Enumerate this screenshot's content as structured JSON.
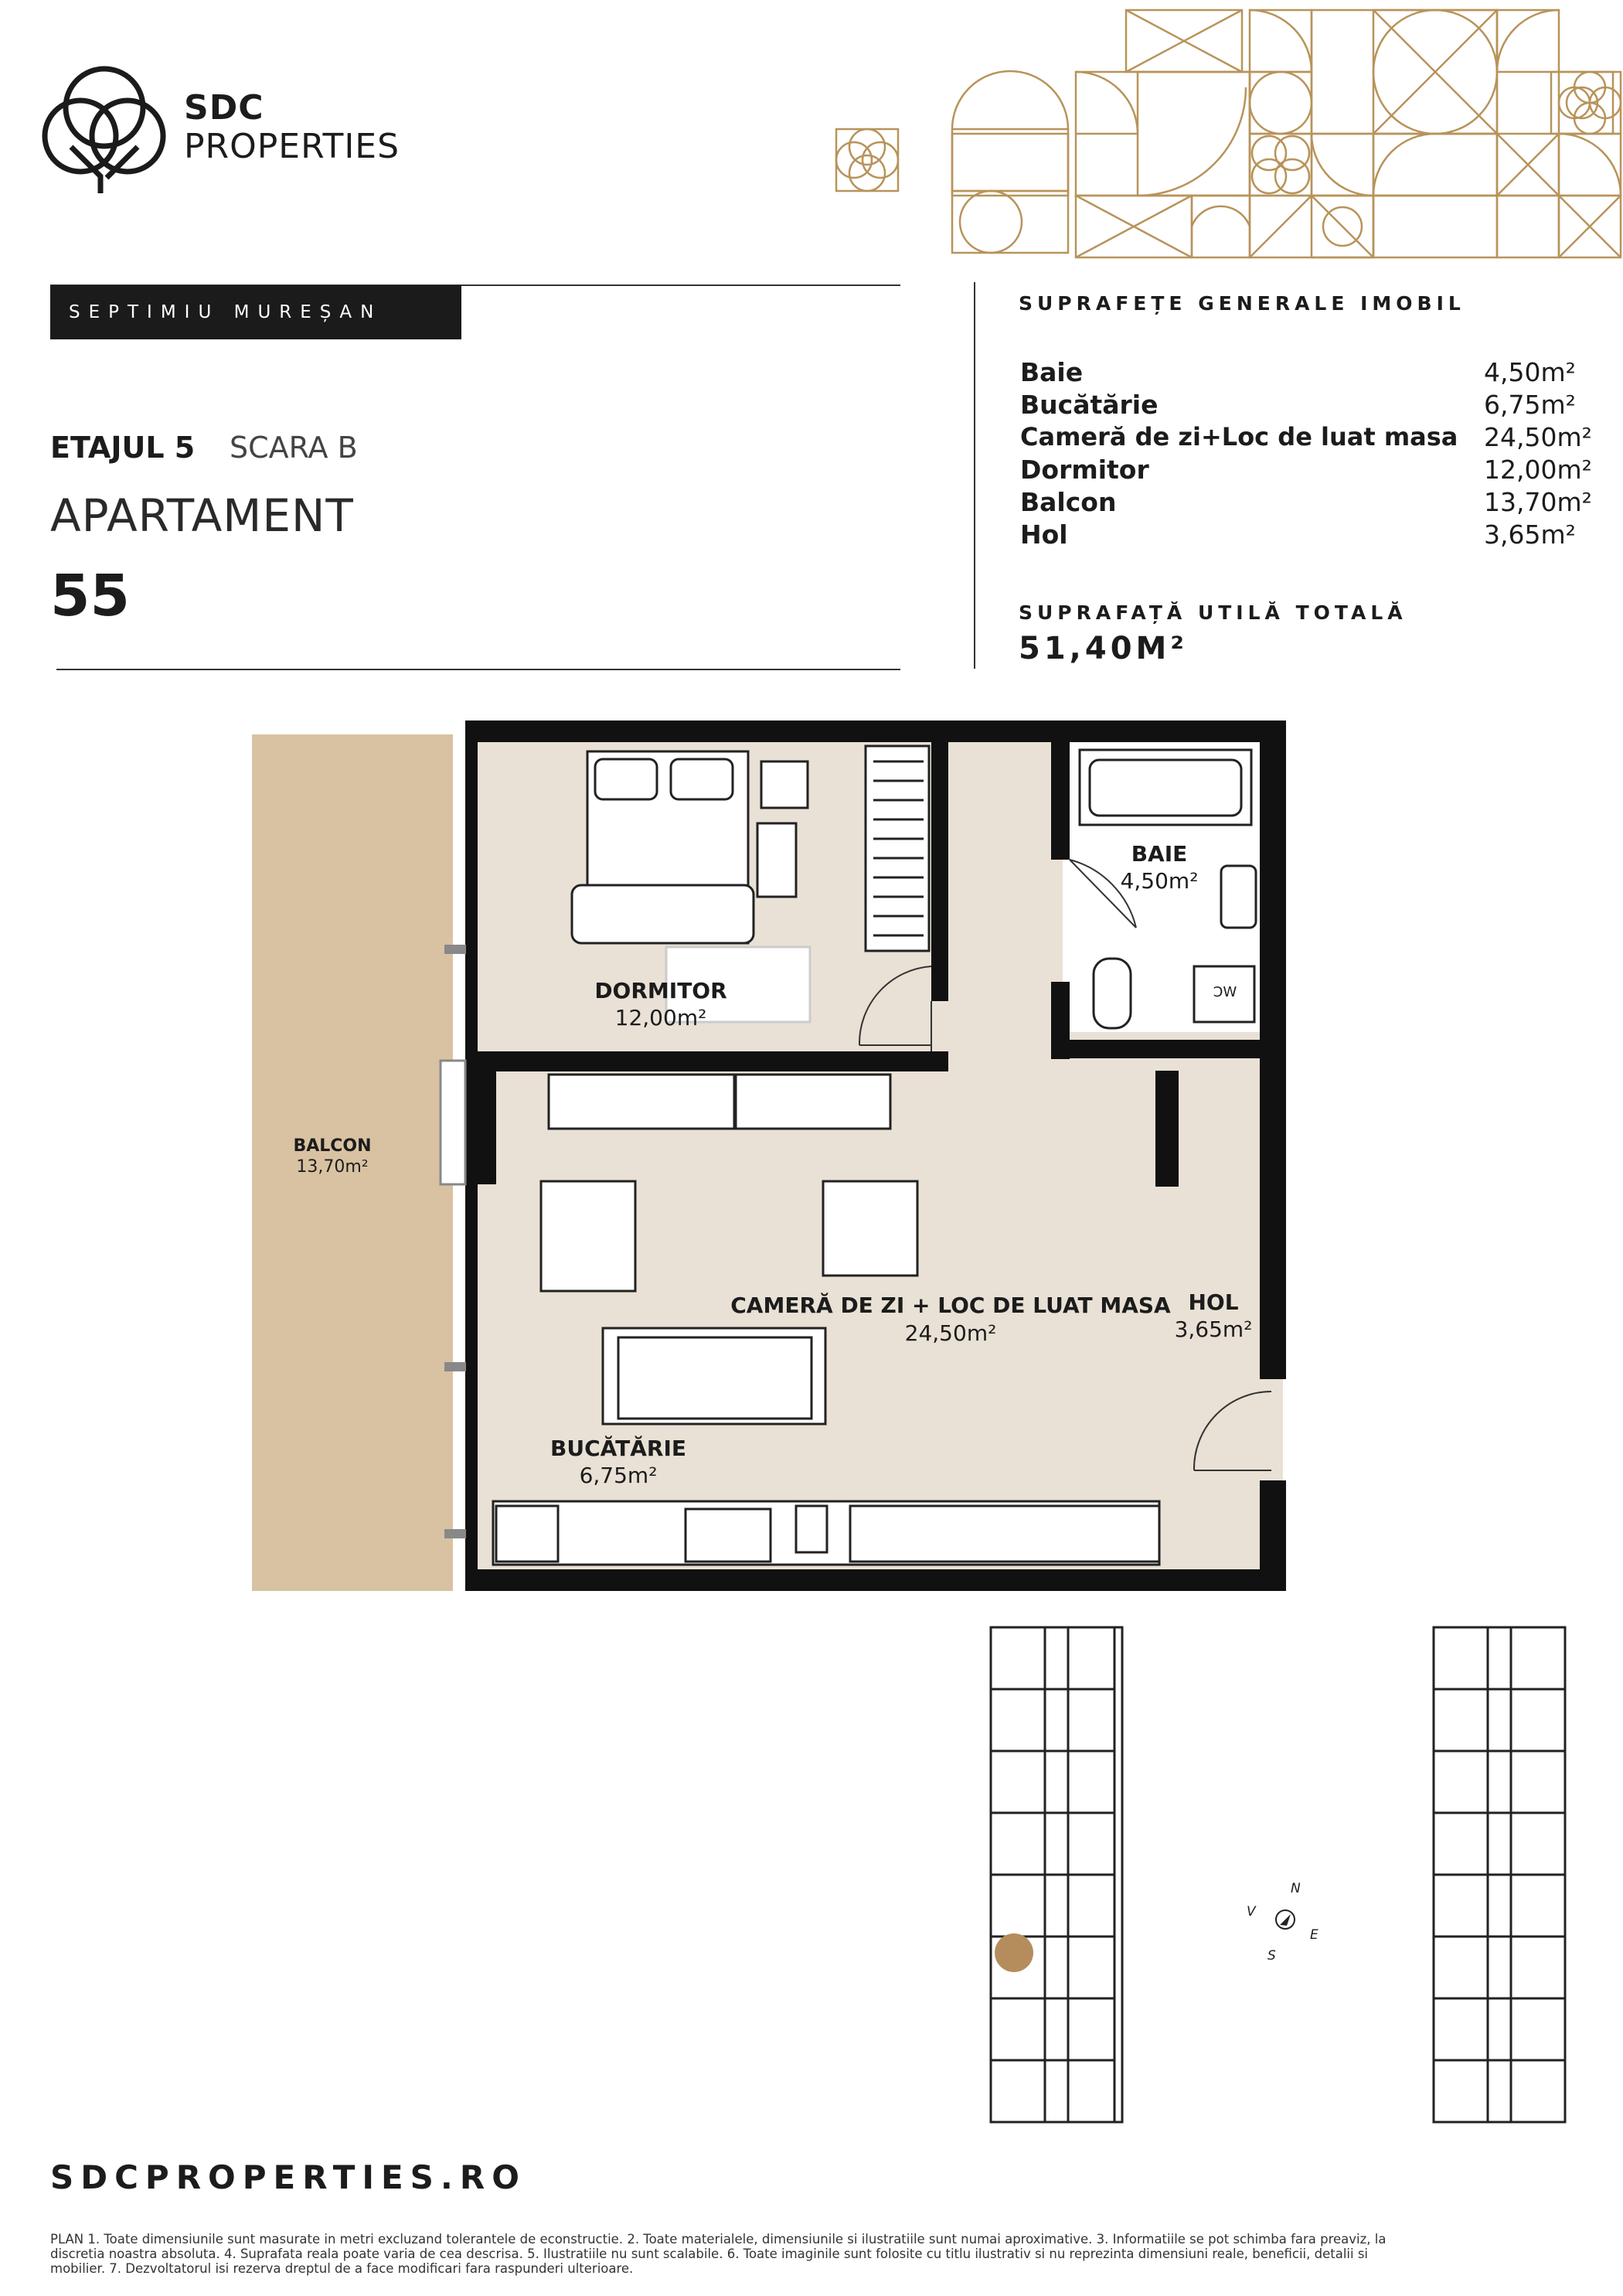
{
  "brand": {
    "name": "SDC",
    "sub": "PROPERTIES"
  },
  "project": "SEPTIMIU MUREȘAN",
  "floor": "ETAJUL 5",
  "stair": "SCARA B",
  "apartment_label": "APARTAMENT",
  "apartment_number": "55",
  "surfaces": {
    "title": "SUPRAFEȚE GENERALE IMOBIL",
    "items": [
      {
        "name": "Baie",
        "value": "4,50m²"
      },
      {
        "name": "Bucătărie",
        "value": "6,75m²"
      },
      {
        "name": "Cameră de zi+Loc de luat masa",
        "value": "24,50m²"
      },
      {
        "name": "Dormitor",
        "value": "12,00m²"
      },
      {
        "name": "Balcon",
        "value": "13,70m²"
      },
      {
        "name": "Hol",
        "value": "3,65m²"
      }
    ],
    "total_label": "SUPRAFAȚĂ UTILĂ TOTALĂ",
    "total_value": "51,40M²"
  },
  "rooms": {
    "dormitor": {
      "name": "DORMITOR",
      "area": "12,00m²"
    },
    "baie": {
      "name": "BAIE",
      "area": "4,50m²"
    },
    "balcon": {
      "name": "BALCON",
      "area": "13,70m²"
    },
    "camera": {
      "name": "CAMERĂ DE ZI + LOC DE LUAT MASA",
      "area": "24,50m²"
    },
    "hol": {
      "name": "HOL",
      "area": "3,65m²"
    },
    "bucatarie": {
      "name": "BUCĂTĂRIE",
      "area": "6,75m²"
    },
    "wc_label": "WC"
  },
  "compass": {
    "n": "N",
    "v": "V",
    "e": "E",
    "s": "S"
  },
  "website": "SDCPROPERTIES.RO",
  "footer": [
    "PLAN 1. Toate dimensiunile sunt masurate in metri excluzand tolerantele de econstructie. 2. Toate materialele, dimensiunile si ilustratiile sunt numai aproximative. 3. Informatiile se pot schimba fara preaviz, la",
    "discretia noastra absoluta. 4. Suprafata reala poate varia de cea descrisa. 5. Ilustratiile nu sunt scalabile. 6. Toate imaginile sunt folosite cu titlu ilustrativ si nu reprezinta dimensiuni reale, beneficii, detalii si",
    "mobilier. 7. Dezvoltatorul isi rezerva dreptul de a face modificari fara raspunderi ulterioare."
  ],
  "colors": {
    "gold": "#b8935a",
    "floor": "#e9e1d5",
    "balcony": "#d9c2a2",
    "wall": "#111111",
    "marker": "#b58d5c"
  }
}
